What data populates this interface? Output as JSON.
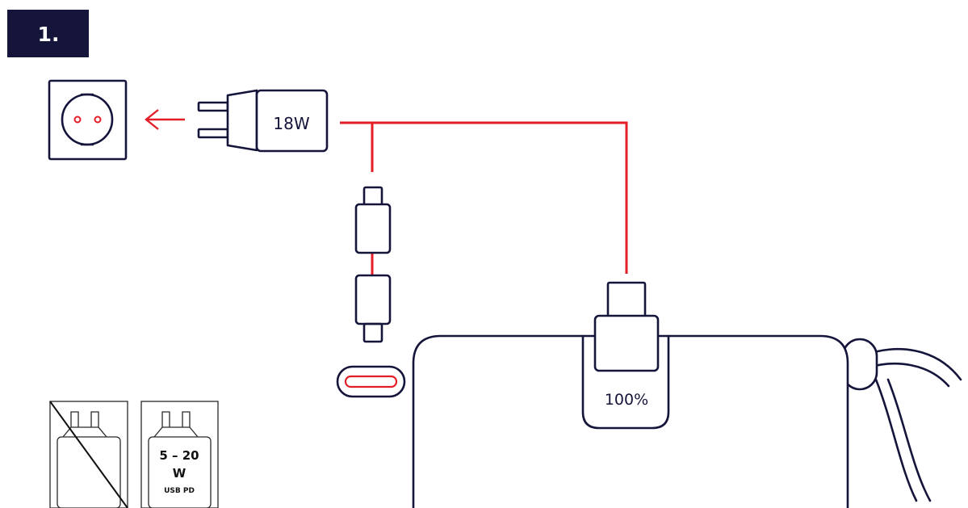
{
  "step": {
    "number": "1."
  },
  "charger": {
    "wattage": "18W"
  },
  "power_bank": {
    "charge_level": "100%"
  },
  "compatible_charger": {
    "range": "5 – 20",
    "unit": "W",
    "protocol": "USB PD"
  },
  "colors": {
    "navy": "#15143a",
    "cable_red": "#e41e26",
    "badge_bg": "#15143a",
    "background": "#ffffff"
  },
  "icons": {
    "wall_outlet": "wall-socket-icon",
    "direction": "arrow-left-icon",
    "charger": "wall-charger-icon",
    "cable_connector_top": "usb-c-plug-icon",
    "cable_connector_bottom": "usb-c-plug-icon",
    "port": "usb-c-port-icon",
    "power_bank": "power-bank-icon",
    "not_allowed_charger": "crossed-charger-icon",
    "allowed_charger": "usb-pd-charger-icon"
  }
}
